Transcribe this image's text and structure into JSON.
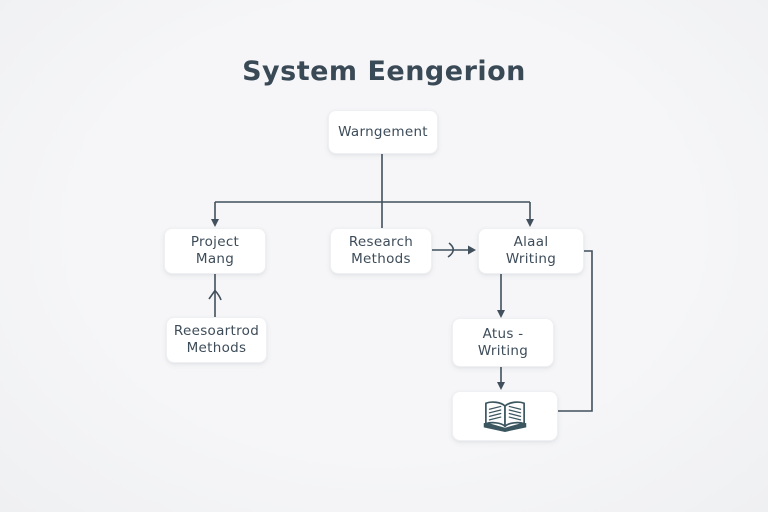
{
  "title": "System Eengerion",
  "boxes": {
    "management": {
      "line1": "Warngement"
    },
    "project": {
      "line1": "Project",
      "line2": "Mang"
    },
    "research": {
      "line1": "Research",
      "line2": "Methods"
    },
    "writing": {
      "line1": "Alaal",
      "line2": "Writing"
    },
    "methods": {
      "line1": "Reesoartrod",
      "line2": "Methods"
    },
    "atus": {
      "line1": "Atus -",
      "line2": "Writing"
    },
    "book": {
      "icon": "open-book-icon"
    }
  },
  "edges": [
    {
      "from": "management",
      "to": "project",
      "style": "elbow-arrow-down"
    },
    {
      "from": "management",
      "to": "research",
      "style": "straight-line-down"
    },
    {
      "from": "management",
      "to": "writing",
      "style": "elbow-arrow-down"
    },
    {
      "from": "research",
      "to": "writing",
      "style": "arrow-right-with-break-mark"
    },
    {
      "from": "project",
      "to": "methods",
      "style": "line-down-with-mid-up-chevron"
    },
    {
      "from": "writing",
      "to": "atus",
      "style": "arrow-down"
    },
    {
      "from": "atus",
      "to": "book",
      "style": "arrow-down"
    },
    {
      "from": "writing",
      "to": "book",
      "style": "right-side-loop-line"
    }
  ],
  "colors": {
    "background": "#f4f4f6",
    "node_fill": "#ffffff",
    "line": "#41505c",
    "text": "#3d4c59",
    "title_text": "#3a4956"
  }
}
